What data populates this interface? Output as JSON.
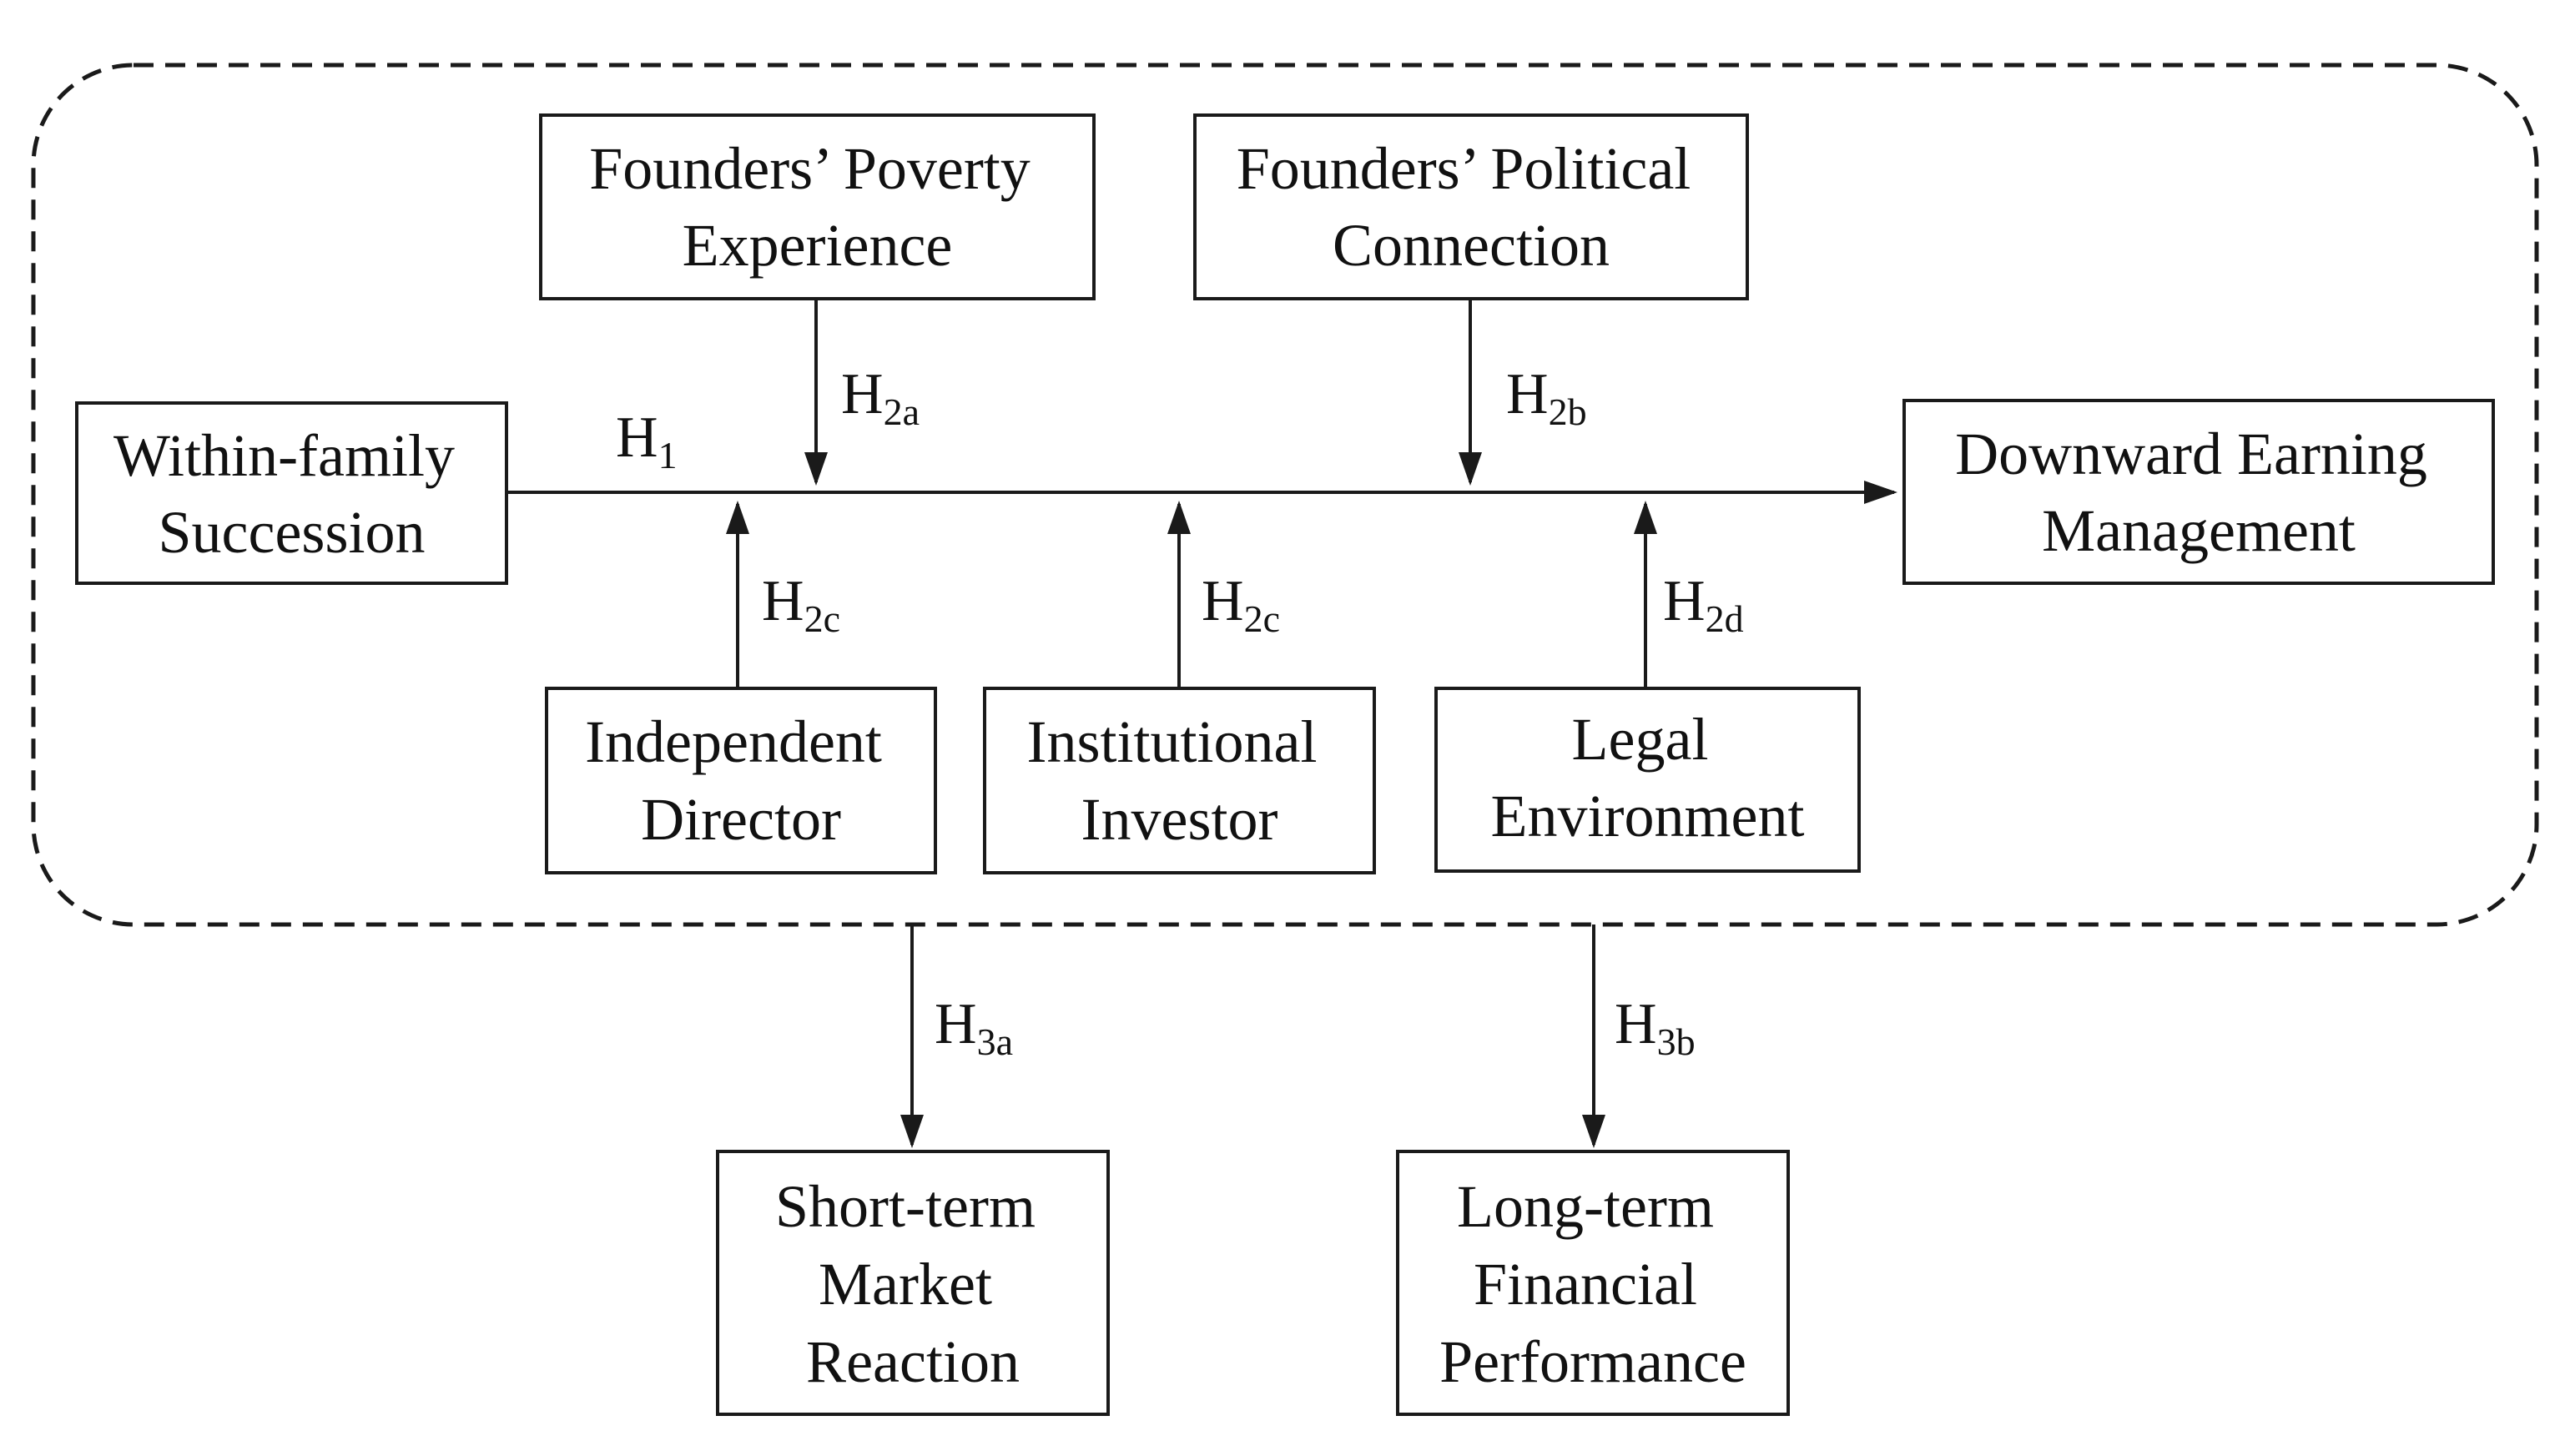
{
  "nodes": {
    "within_family_succession": {
      "lines": [
        "Within-family",
        "Succession"
      ]
    },
    "downward_earning_management": {
      "lines": [
        "Downward Earning",
        "Management"
      ]
    },
    "founders_poverty_experience": {
      "lines": [
        "Founders’ Poverty",
        "Experience"
      ]
    },
    "founders_political_connection": {
      "lines": [
        "Founders’ Political",
        "Connection"
      ]
    },
    "independent_director": {
      "lines": [
        "Independent",
        "Director"
      ]
    },
    "institutional_investor": {
      "lines": [
        "Institutional",
        "Investor"
      ]
    },
    "legal_environment": {
      "lines": [
        "Legal",
        "Environment"
      ]
    },
    "short_term_market_reaction": {
      "lines": [
        "Short-term",
        "Market",
        "Reaction"
      ]
    },
    "long_term_financial_performance": {
      "lines": [
        "Long-term",
        "Financial",
        "Performance"
      ]
    }
  },
  "hypotheses": {
    "h1": {
      "main": "H",
      "sub": "1"
    },
    "h2a": {
      "main": "H",
      "sub": "2a"
    },
    "h2b": {
      "main": "H",
      "sub": "2b"
    },
    "h2c_director": {
      "main": "H",
      "sub": "2c"
    },
    "h2c_investor": {
      "main": "H",
      "sub": "2c"
    },
    "h2d": {
      "main": "H",
      "sub": "2d"
    },
    "h3a": {
      "main": "H",
      "sub": "3a"
    },
    "h3b": {
      "main": "H",
      "sub": "3b"
    }
  },
  "edges": [
    {
      "from": "within_family_succession",
      "to": "downward_earning_management",
      "label": "h1"
    },
    {
      "from": "founders_poverty_experience",
      "to": "h1-path",
      "label": "h2a"
    },
    {
      "from": "founders_political_connection",
      "to": "h1-path",
      "label": "h2b"
    },
    {
      "from": "independent_director",
      "to": "h1-path",
      "label": "h2c_director"
    },
    {
      "from": "institutional_investor",
      "to": "h1-path",
      "label": "h2c_investor"
    },
    {
      "from": "legal_environment",
      "to": "h1-path",
      "label": "h2d"
    },
    {
      "from": "moderated-model",
      "to": "short_term_market_reaction",
      "label": "h3a"
    },
    {
      "from": "moderated-model",
      "to": "long_term_financial_performance",
      "label": "h3b"
    }
  ]
}
